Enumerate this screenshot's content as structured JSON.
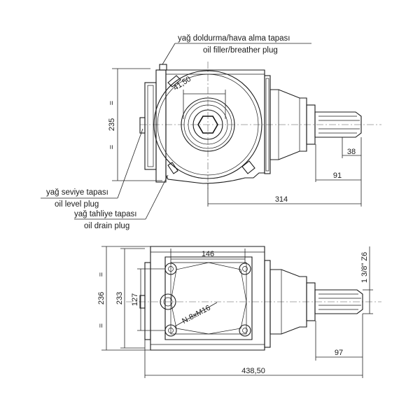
{
  "callouts": {
    "filler_tr": "yağ doldurma/hava alma tapası",
    "filler_en": "oil filler/breather plug",
    "level_tr": "yağ seviye tapası",
    "level_en": "oil level plug",
    "drain_tr": "yağ tahliye tapası",
    "drain_en": "oil drain plug"
  },
  "dimensions": {
    "side_height": "235",
    "bore_diameter": "41,50",
    "shaft_length": "38",
    "shaft_offset": "91",
    "side_length": "314",
    "bolt_spacing": "146",
    "total_height": "236",
    "body_height": "233",
    "bolt_height": "127",
    "bolt_spec": "N.8xM16",
    "pto_spec": "1 3/8\" Z6",
    "top_shaft_offset": "97",
    "total_length": "438,50",
    "equal_mark": "="
  },
  "colors": {
    "line": "#1a1a1a",
    "background": "#ffffff"
  }
}
